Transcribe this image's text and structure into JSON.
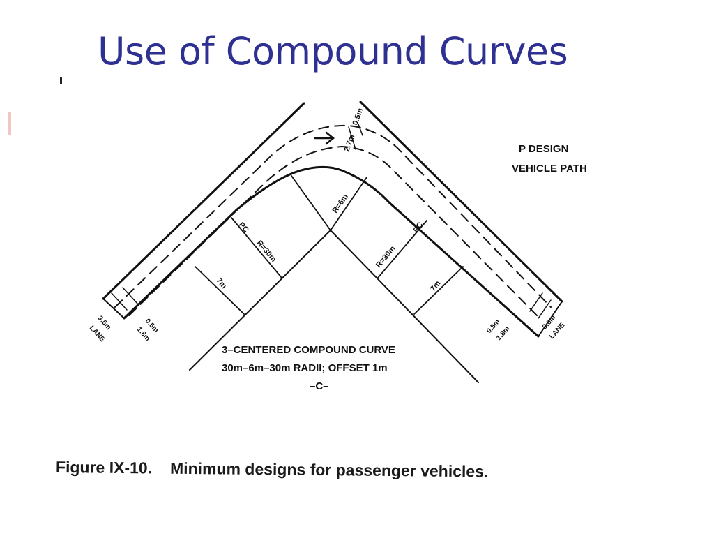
{
  "slide": {
    "title": "Use of Compound Curves"
  },
  "diagram": {
    "path_label_line1": "P DESIGN",
    "path_label_line2": "VEHICLE PATH",
    "curve_label_line1": "3–CENTERED COMPOUND CURVE",
    "curve_label_line2": "30m–6m–30m RADII; OFFSET 1m",
    "center_mark": "–C–",
    "dim_top_offset": "0.5m",
    "dim_top_width": "2.7m",
    "radius_center": "R=6m",
    "radius_left": "R=30m",
    "radius_right": "R=30m",
    "pc_left": "PC",
    "pc_right": "PC",
    "dim_left_7m": "7m",
    "dim_right_7m": "7m",
    "lane_left_width": "3.6m",
    "lane_left_label": "LANE",
    "lane_right_width": "3.6m",
    "lane_right_label": "LANE",
    "offset_left": "0.5m",
    "offset_left_2": "1.8m",
    "offset_right": "0.5m",
    "offset_right_2": "1.8m"
  },
  "caption": {
    "number": "Figure IX-10.",
    "text": "Minimum designs for passenger vehicles."
  }
}
